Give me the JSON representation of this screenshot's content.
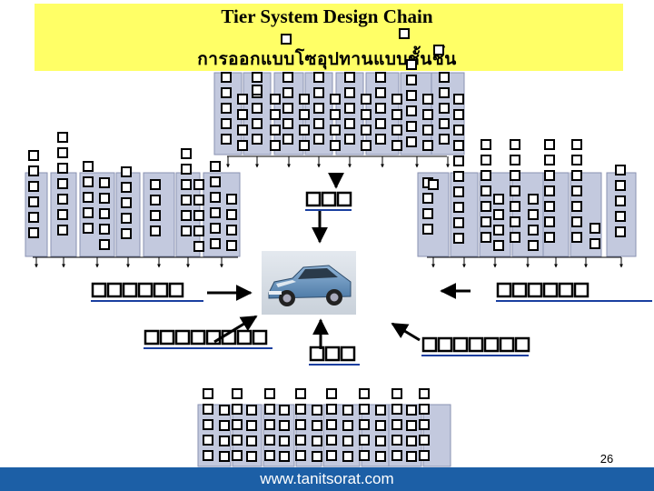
{
  "slide": {
    "title": "Tier System Design Chain",
    "subtitle": "การออกแบบโซอุปทานแบบชั้นชั้น",
    "page_number": "26",
    "footer_url": "www.tanitsorat.com"
  },
  "colors": {
    "title_band": "#ffff66",
    "footer_band": "#1c5fa6",
    "supplier_bar": "#c3c9de",
    "label_underline": "#1a3fa0"
  },
  "icons": {
    "center": "car-image",
    "text_placeholders": "missing-glyph-box"
  }
}
